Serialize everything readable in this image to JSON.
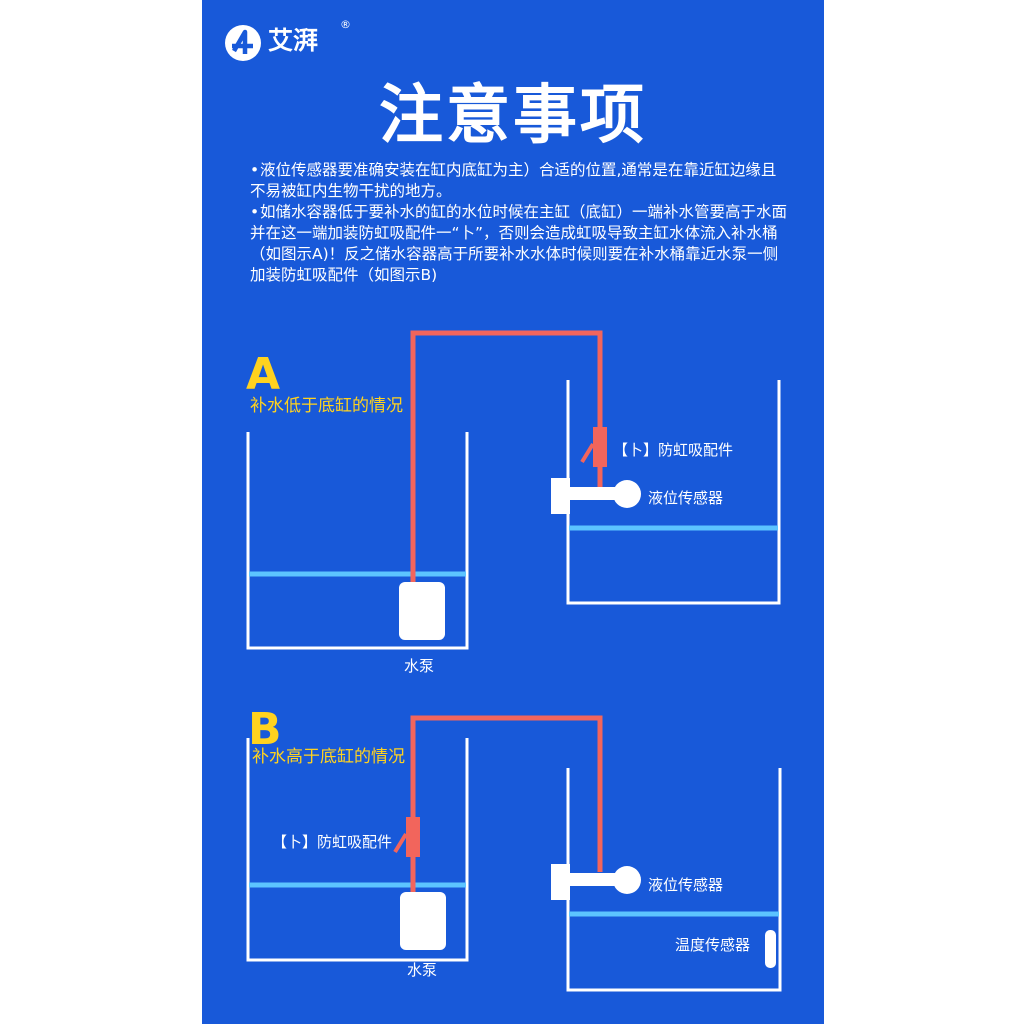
{
  "brand": {
    "name": "艾湃",
    "reg": "®"
  },
  "title": "注意事项",
  "notes": [
    "液位传感器要准确安装在缸内底缸为主）合适的位置,通常是在靠近缸边缘且不易被缸内生物干扰的地方。",
    "如储水容器低于要补水的缸的水位时候在主缸（底缸）一端补水管要高于水面并在这一端加装防虹吸配件一“卜”，否则会造成虹吸导致主缸水体流入补水桶（如图示A)！反之储水容器高于所要补水水体时候则要在补水桶靠近水泵一侧加装防虹吸配件（如图示B)"
  ],
  "diagram_a": {
    "letter": "A",
    "caption": "补水低于底缸的情况",
    "valve_label": "【卜】防虹吸配件",
    "sensor_label": "液位传感器",
    "pump_label": "水泵"
  },
  "diagram_b": {
    "letter": "B",
    "caption": "补水高于底缸的情况",
    "valve_label": "【卜】防虹吸配件",
    "sensor_label": "液位传感器",
    "temp_label": "温度传感器",
    "pump_label": "水泵"
  },
  "colors": {
    "background": "#1859d9",
    "pipe": "#f2655c",
    "water_line": "#5cc4ff",
    "caption": "#ffd21f",
    "text": "#ffffff"
  }
}
